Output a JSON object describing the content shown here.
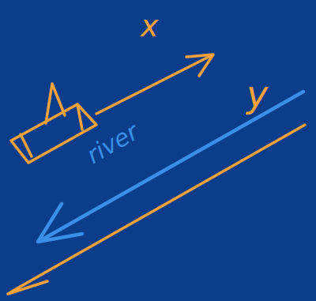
{
  "diagram": {
    "labels": [
      "x",
      "y",
      "river"
    ]
  }
}
